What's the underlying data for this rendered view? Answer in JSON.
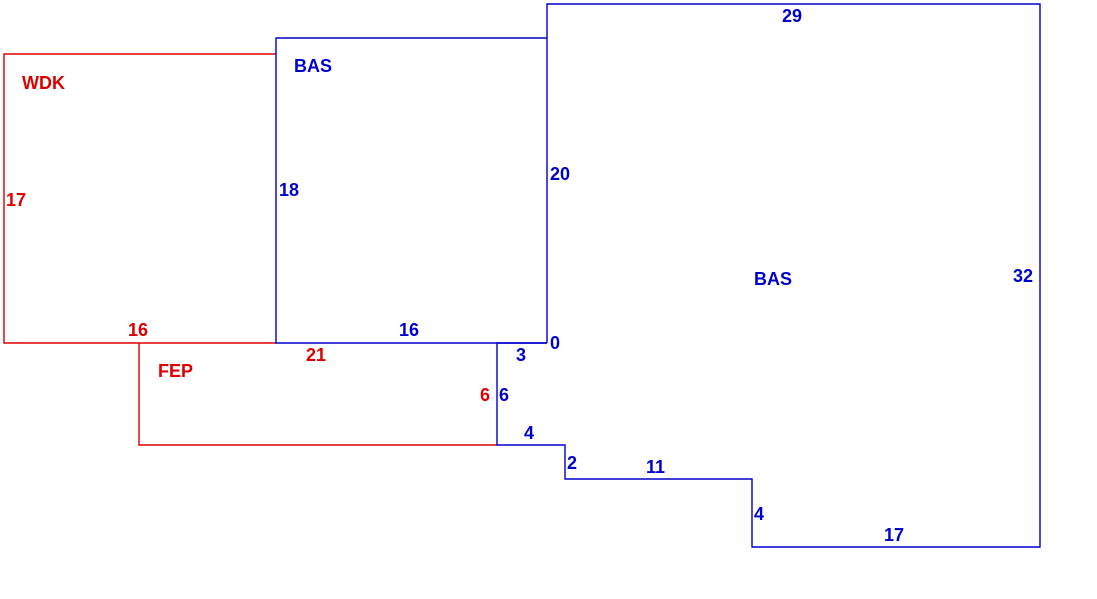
{
  "colors": {
    "primary": "#0000cc",
    "secondary": "#dd0000"
  },
  "areas": {
    "wdk": {
      "code": "WDK",
      "dims": {
        "left": "17",
        "bottom": "16"
      }
    },
    "bas_small": {
      "code": "BAS",
      "dims": {
        "left": "18",
        "bottom": "16"
      }
    },
    "bas_main": {
      "code": "BAS",
      "dims": {
        "top": "29",
        "left": "20",
        "notch": "0",
        "step_a": "3",
        "step_b": "6",
        "step_c": "4",
        "step_d": "2",
        "step_e": "11",
        "step_f": "4",
        "bottom": "17",
        "right": "32"
      }
    },
    "fep": {
      "code": "FEP",
      "dims": {
        "top": "21",
        "right": "6"
      }
    }
  }
}
